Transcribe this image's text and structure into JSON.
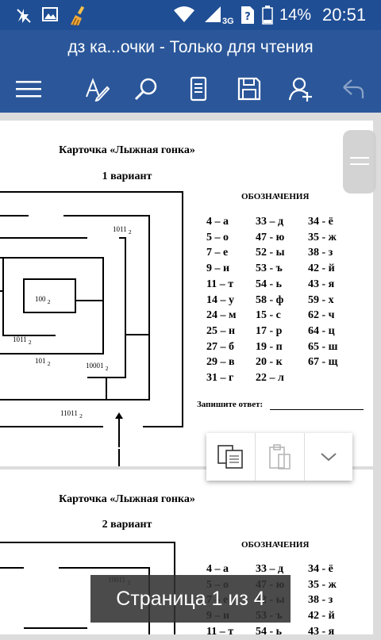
{
  "status_bar": {
    "battery": "14%",
    "time": "20:51",
    "network": "3G"
  },
  "app_bar": {
    "title": "дз ка...очки - Только для чтения",
    "icons": [
      "menu-icon",
      "edit-text-icon",
      "search-icon",
      "mobile-view-icon",
      "save-icon",
      "share-user-icon",
      "undo-icon"
    ]
  },
  "page1": {
    "title": "Карточка «Лыжная гонка»",
    "variant": "1 вариант",
    "legend_title": "ОБОЗНАЧЕНИЯ",
    "legend": [
      [
        "4 – а",
        "33 – д",
        "34 - ё"
      ],
      [
        "5 – о",
        "47 - ю",
        "35 - ж"
      ],
      [
        "7 – е",
        "52 - ы",
        "38 - з"
      ],
      [
        "9 – и",
        "53 - ъ",
        "42 - й"
      ],
      [
        "11 – т",
        "54 - ь",
        "43 - я"
      ],
      [
        "14 – у",
        "58 - ф",
        "59 - х"
      ],
      [
        "24 – м",
        "15 - с",
        "62 - ч"
      ],
      [
        "25 – н",
        "17 - р",
        "64 - ц"
      ],
      [
        "27 – б",
        "19 - п",
        "65 - ш"
      ],
      [
        "29 – в",
        "20 - к",
        "67 - щ"
      ],
      [
        "31 – г",
        "22 – л",
        ""
      ]
    ],
    "answer_label": "Запишите ответ: ",
    "maze_labels": {
      "l1011a": "1011",
      "l1011a_sub": "2",
      "l100": "100",
      "l100_sub": "2",
      "l1011b": "1011",
      "l1011b_sub": "2",
      "l101": "101",
      "l101_sub": "2",
      "l10001": "10001",
      "l10001_sub": "2",
      "l11011": "11011",
      "l11011_sub": "2"
    }
  },
  "page2": {
    "title": "Карточка «Лыжная гонка»",
    "variant": "2 вариант",
    "legend_title": "ОБОЗНАЧЕНИЯ",
    "legend": [
      [
        "4 – а",
        "33 – д",
        "34 - ё"
      ],
      [
        "5 – о",
        "47 - ю",
        "35 - ж"
      ],
      [
        "7 – е",
        "52 - ы",
        "38 - з"
      ],
      [
        "9 – и",
        "53 - ъ",
        "42 - й"
      ],
      [
        "11 – т",
        "54 - ь",
        "43 - я"
      ]
    ],
    "maze_labels": {
      "l10011": "10011",
      "l10011_sub": "2"
    }
  },
  "toast": {
    "text": "Страница 1 из 4"
  }
}
